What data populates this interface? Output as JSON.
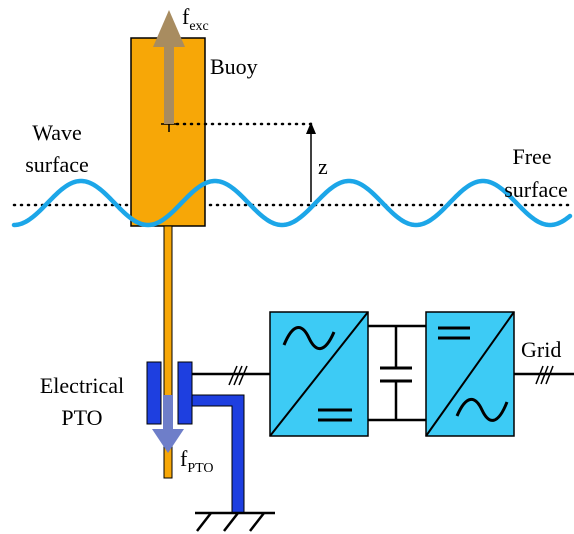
{
  "labels": {
    "buoy": "Buoy",
    "wave_line1": "Wave",
    "wave_line2": "surface",
    "free_line1": "Free",
    "free_line2": "surface",
    "z": "z",
    "pto_line1": "Electrical",
    "pto_line2": "PTO",
    "grid": "Grid",
    "f_exc_main": "f",
    "f_exc_sub": "exc",
    "f_pto_main": "f",
    "f_pto_sub": "PTO"
  },
  "colors": {
    "buoy": "#F7A707",
    "wave": "#1CA6E8",
    "pto": "#1E3FE0",
    "converter": "#3DCBF5",
    "arrow_exc": "#A88C60",
    "arrow_pto": "#6E7EC9"
  }
}
